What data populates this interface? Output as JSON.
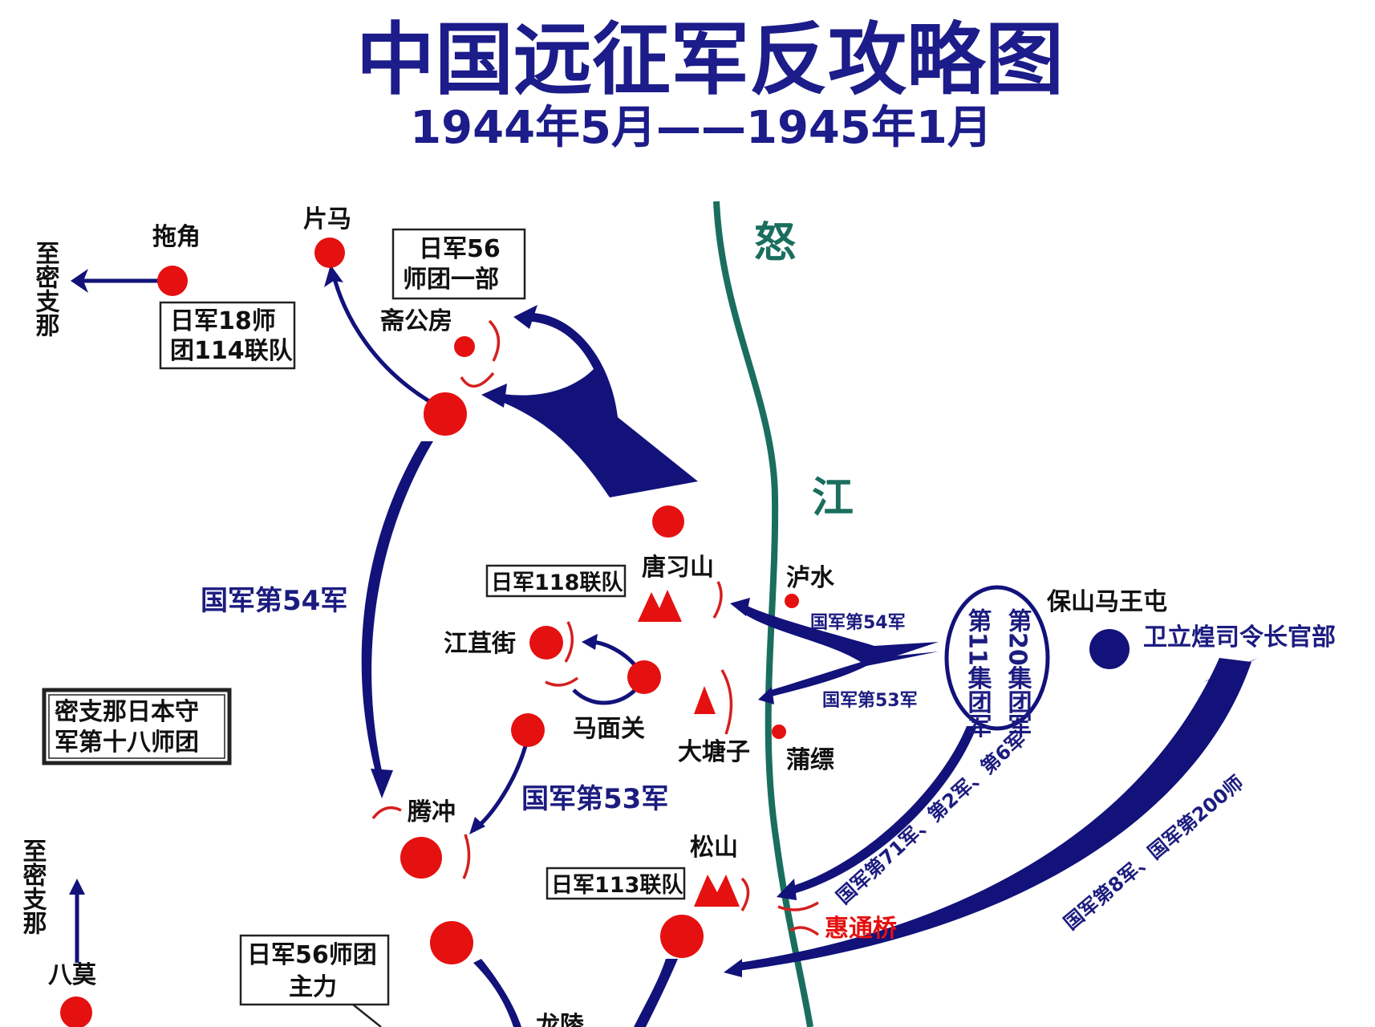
{
  "title": "中国远征军反攻略图",
  "subtitle": "1944年5月——1945年1月",
  "river": {
    "upper": "怒",
    "lower": "江",
    "color": "#1a6e5e"
  },
  "colors": {
    "japanese": "#e51010",
    "chinese": "#12127a"
  },
  "places": {
    "tuojiao": "拖角",
    "pianma": "片马",
    "zhaigongfang": "斋公房",
    "tangxishan": "唐习山",
    "lushui": "泸水",
    "jiangjujie": "江苴街",
    "mamianguan": "马面关",
    "datangzi": "大塘子",
    "pupiao": "蒲缥",
    "tengchong": "腾冲",
    "songshan": "松山",
    "huitongqiao": "惠通桥",
    "bamo": "八莫",
    "longling": "龙陵",
    "baoshan": "保山马王屯",
    "hq": "卫立煌司令长官部",
    "to_myitkyina_top": "至密支那",
    "to_myitkyina_bottom": "至密支那"
  },
  "japanese_units": {
    "div18_114": [
      "日军18师",
      "团114联队"
    ],
    "div56_part": [
      "日军56",
      "师团一部"
    ],
    "reg118": "日军118联队",
    "reg113": "日军113联队",
    "div56_main": [
      "日军56师团",
      "主力"
    ],
    "myitkyina_garrison": [
      "密支那日本守",
      "军第十八师团"
    ]
  },
  "chinese_units": {
    "army54_left": "国军第54军",
    "army53_mid": "国军第53军",
    "army54_right": "国军第54军",
    "army53_right": "国军第53军",
    "group20": "第20集团军",
    "group11": "第11集团军",
    "armies_71_2_6": "国军第71军、第2军、第6军",
    "armies_8_200": "国军第8军、国军第200师"
  }
}
